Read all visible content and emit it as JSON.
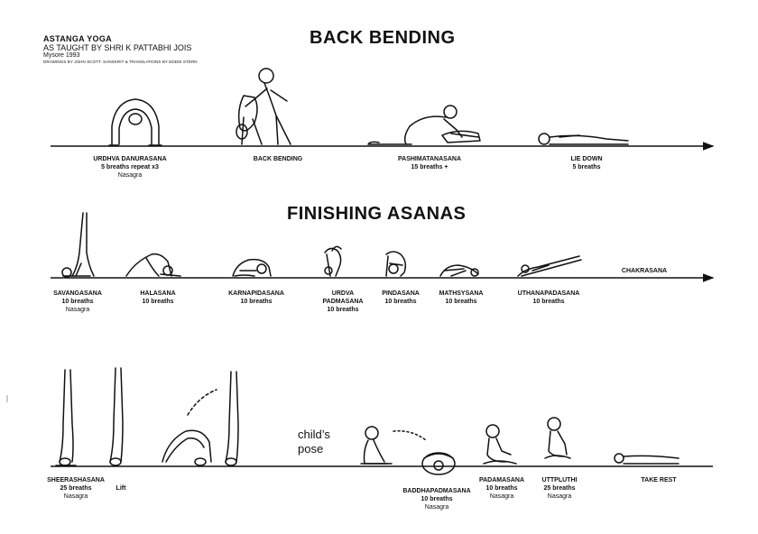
{
  "header": {
    "title": "ASTANGA YOGA",
    "subtitle": "AS TAUGHT BY SHRI K PATTABHI JOIS",
    "year": "Mysore 1993",
    "credit": "DRAWINGS BY JOHN SCOTT. SANSKRIT & TRANSLATIONS BY EDDIE STERN"
  },
  "back_bending": {
    "heading": "BACK BENDING",
    "poses": [
      {
        "name": "URDHVA DANURASANA",
        "sub": "5 breaths repeat x3",
        "drishti": "Nasagra"
      },
      {
        "name": "BACK BENDING",
        "sub": "",
        "drishti": ""
      },
      {
        "name": "PASHIMATANASANA",
        "sub": "15 breaths +",
        "drishti": ""
      },
      {
        "name": "LIE DOWN",
        "sub": "5 breaths",
        "drishti": ""
      }
    ]
  },
  "finishing": {
    "heading": "FINISHING ASANAS",
    "end_label": "CHAKRASANA",
    "poses": [
      {
        "name": "SAVANGASANA",
        "sub": "10 breaths",
        "drishti": "Nasagra"
      },
      {
        "name": "HALASANA",
        "sub": "10 breaths",
        "drishti": ""
      },
      {
        "name": "KARNAPIDASANA",
        "sub": "10 breaths",
        "drishti": ""
      },
      {
        "name": "URDVA",
        "name2": "PADMASANA",
        "sub": "10 breaths",
        "drishti": ""
      },
      {
        "name": "PINDASANA",
        "sub": "10 breaths",
        "drishti": ""
      },
      {
        "name": "MATHSYSANA",
        "sub": "10 breaths",
        "drishti": ""
      },
      {
        "name": "UTHANAPADASANA",
        "sub": "10 breaths",
        "drishti": ""
      }
    ]
  },
  "final_row": {
    "child_pose_note_1": "child’s",
    "child_pose_note_2": "pose",
    "poses": [
      {
        "name": "SHEERASHASANA",
        "sub": "25 breaths",
        "drishti": "Nasagra"
      },
      {
        "name": "Lift",
        "sub": "",
        "drishti": ""
      },
      {
        "name": "BADDHAPADMASANA",
        "sub": "10 breaths",
        "drishti": "Nasagra"
      },
      {
        "name": "PADAMASANA",
        "sub": "10 breaths",
        "drishti": "Nasagra"
      },
      {
        "name": "UTTPLUTHI",
        "sub": "25 breaths",
        "drishti": "Nasagra"
      },
      {
        "name": "TAKE REST",
        "sub": "",
        "drishti": ""
      }
    ]
  }
}
